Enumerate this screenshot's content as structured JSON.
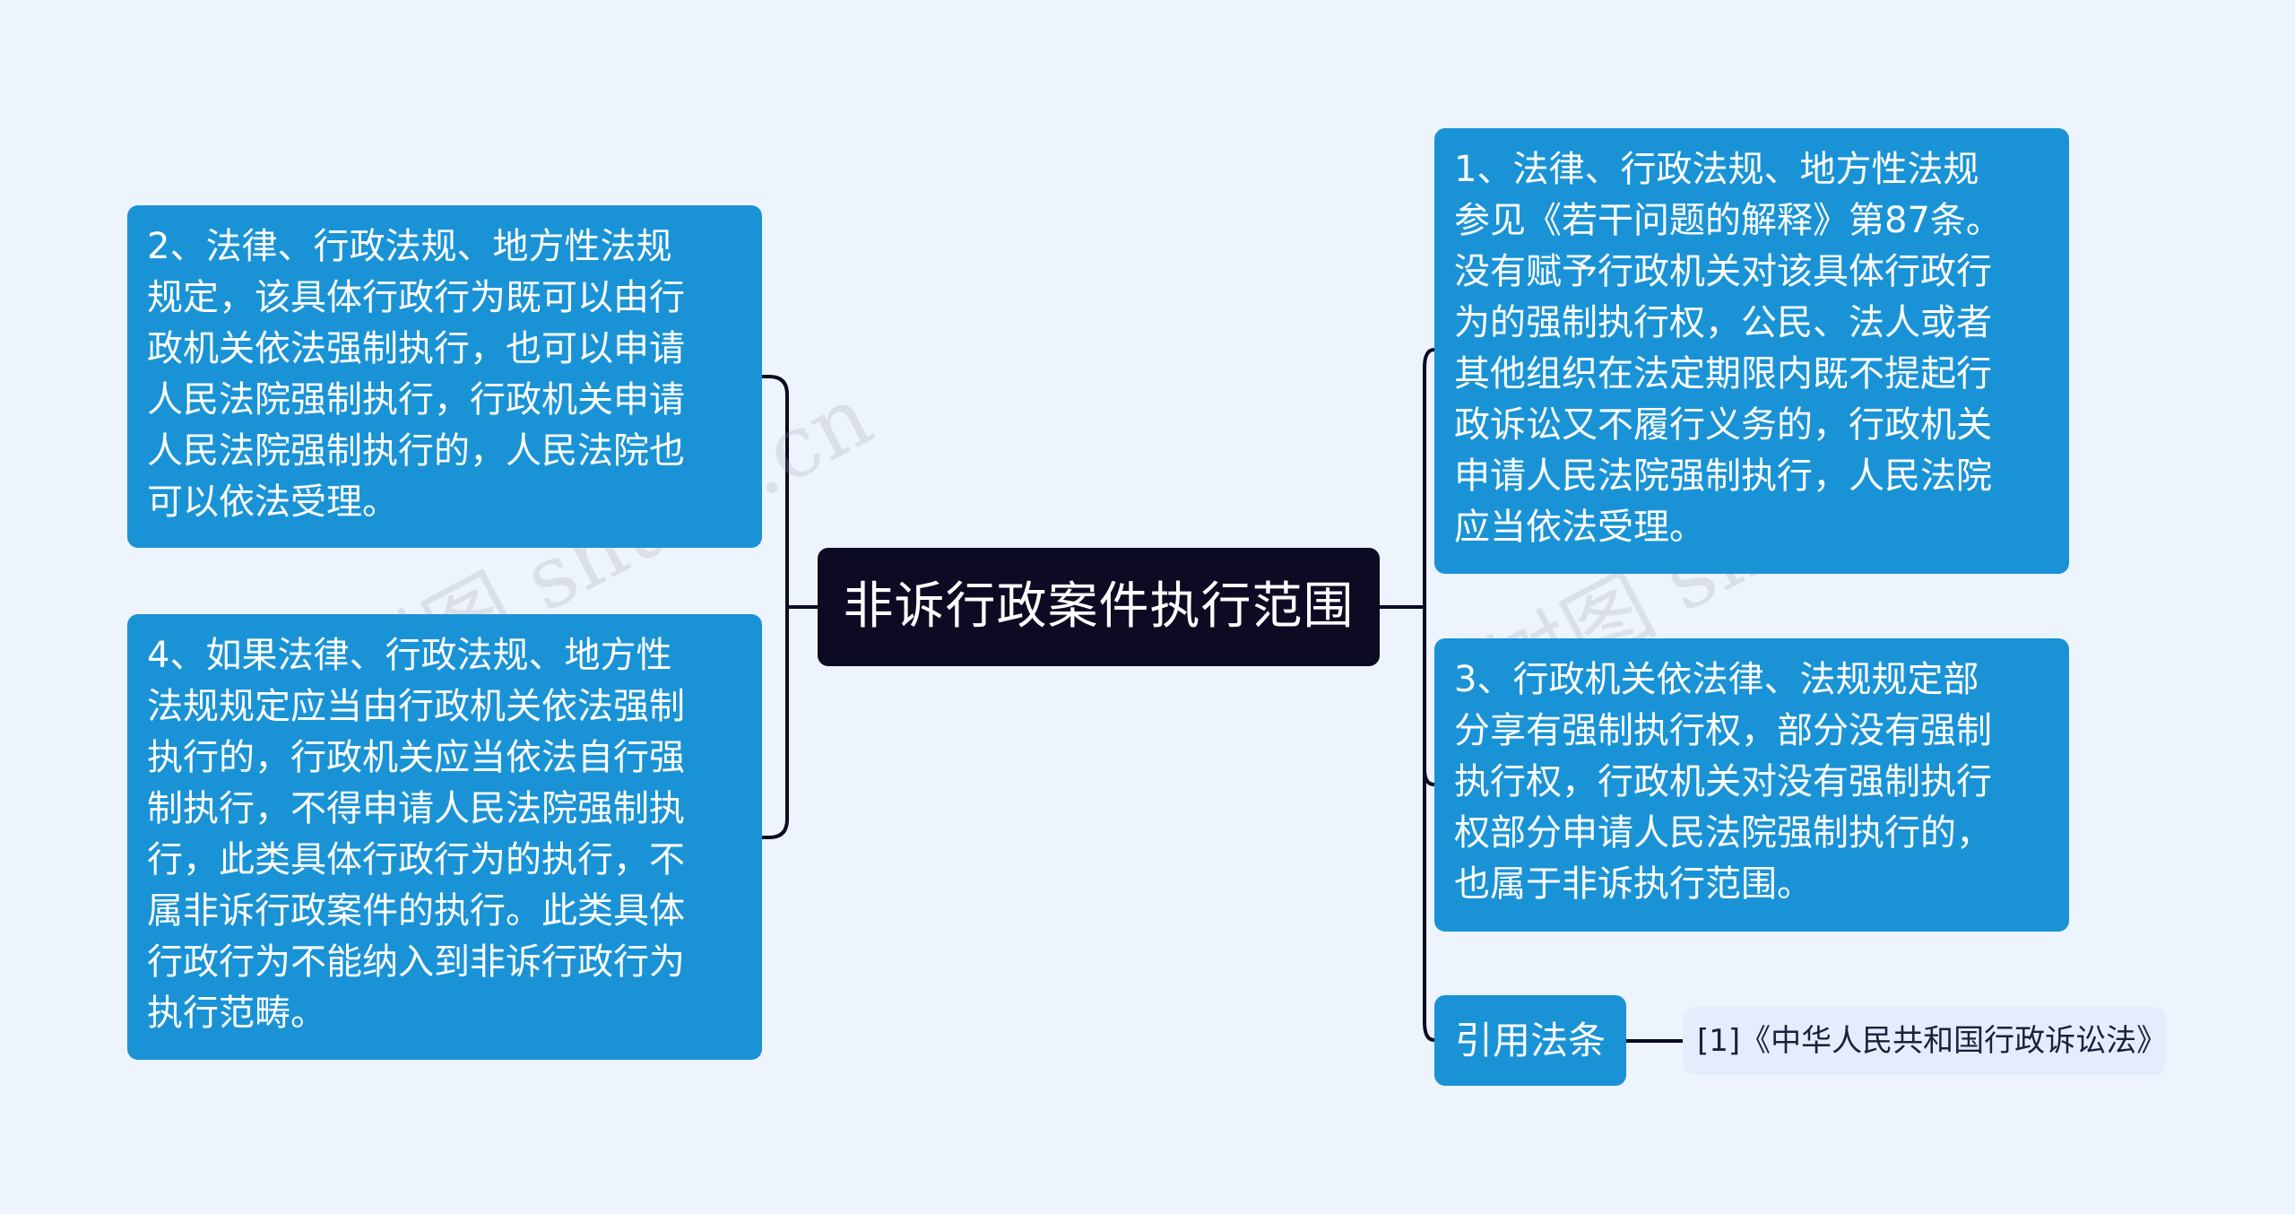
{
  "root": {
    "label": "非诉行政案件执行范围"
  },
  "left_nodes": [
    {
      "text": "2、法律、行政法规、地方性法规\n规定，该具体行政行为既可以由行\n政机关依法强制执行，也可以申请\n人民法院强制执行，行政机关申请\n人民法院强制执行的，人民法院也\n可以依法受理。"
    },
    {
      "text": "4、如果法律、行政法规、地方性\n法规规定应当由行政机关依法强制\n执行的，行政机关应当依法自行强\n制执行，不得申请人民法院强制执\n行，此类具体行政行为的执行，不\n属非诉行政案件的执行。此类具体\n行政行为不能纳入到非诉行政行为\n执行范畴。"
    }
  ],
  "right_nodes": [
    {
      "text": "1、法律、行政法规、地方性法规\n参见《若干问题的解释》第87条。\n没有赋予行政机关对该具体行政行\n为的强制执行权，公民、法人或者\n其他组织在法定期限内既不提起行\n政诉讼又不履行义务的，行政机关\n申请人民法院强制执行，人民法院\n应当依法受理。"
    },
    {
      "text": "3、行政机关依法律、法规规定部\n分享有强制执行权，部分没有强制\n执行权，行政机关对没有强制执行\n权部分申请人民法院强制执行的，\n也属于非诉执行范围。"
    },
    {
      "text": "引用法条"
    }
  ],
  "reference": {
    "text": "[1]《中华人民共和国行政诉讼法》"
  },
  "colors": {
    "background": "#eef4fd",
    "root_fill": "#0d0b24",
    "node_fill": "#1a93d6",
    "connector": "#0d0b24",
    "reference_fill": "#e3edfb"
  }
}
